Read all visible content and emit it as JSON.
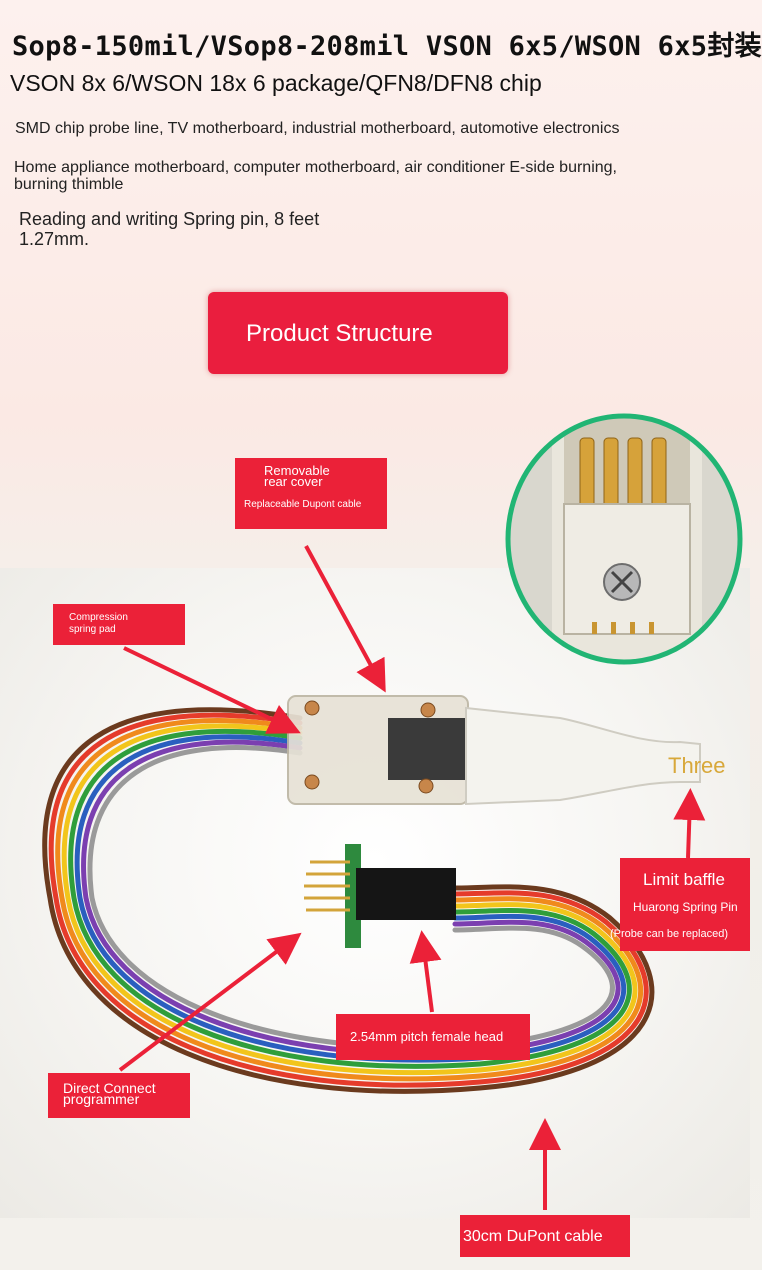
{
  "header": {
    "title": "Sop8-150mil/VSop8-208mil VSON 6x5/WSON 6x5封装",
    "subtitle": "VSON 8x 6/WSON 18x 6 package/QFN8/DFN8 chip",
    "line1": "SMD chip probe line, TV motherboard, industrial motherboard, automotive electronics",
    "line2": "Home appliance motherboard, computer motherboard, air conditioner E-side burning, burning thimble",
    "line3": "Reading and writing Spring pin, 8 feet 1.27mm."
  },
  "section_button": {
    "label": "Product Structure"
  },
  "callouts": {
    "rear_cover_a": "Removable",
    "rear_cover_b": "rear cover",
    "dupont_replace": "Replaceable Dupont cable",
    "spring_pad_a": "Compression",
    "spring_pad_b": "spring pad",
    "three": "Three",
    "limit_baffle": "Limit baffle",
    "huarong": "Huarong Spring Pin",
    "probe_replace": "(Probe can be replaced)",
    "female_head": "2.54mm pitch female head",
    "direct_a": "Direct Connect",
    "direct_b": "programmer",
    "cable": "30cm DuPont cable"
  },
  "colors": {
    "accent_red": "#eb2138",
    "inset_ring": "#21b574",
    "three_text": "#d8a83a"
  }
}
